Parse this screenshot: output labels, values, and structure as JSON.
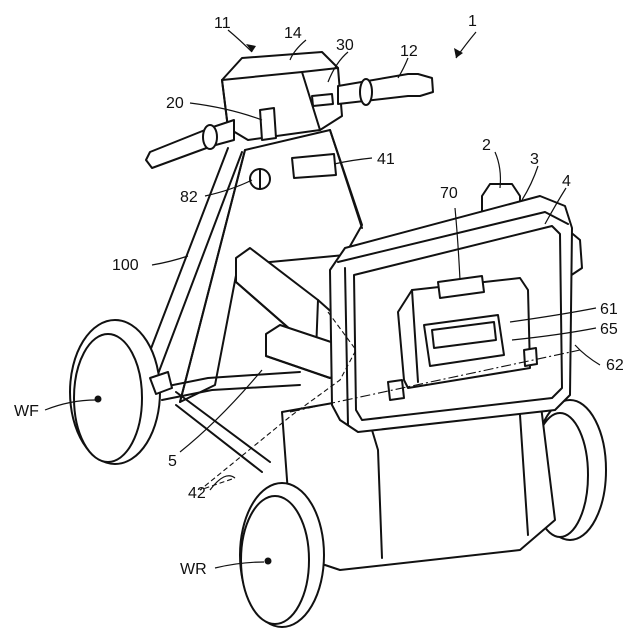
{
  "labels": {
    "l1": "1",
    "l2": "2",
    "l3": "3",
    "l4": "4",
    "l5": "5",
    "l11": "11",
    "l12": "12",
    "l14": "14",
    "l20": "20",
    "l30": "30",
    "l41": "41",
    "l42": "42",
    "l61": "61",
    "l62": "62",
    "l65": "65",
    "l70": "70",
    "l82": "82",
    "l100": "100",
    "lWF": "WF",
    "lWR": "WR"
  }
}
